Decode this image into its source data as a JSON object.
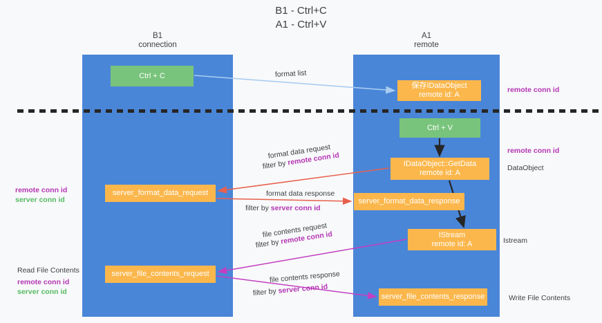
{
  "title": "B1 - Ctrl+C\nA1 - Ctrl+V",
  "colors": {
    "lane": "#4a86d8",
    "node_green": "#79c47c",
    "node_orange": "#fbb74c",
    "remote_conn_id": "#b435b4",
    "server_conn_id": "#57bb63",
    "arrow_blue": "#a9cdf0",
    "arrow_red": "#e8604c",
    "arrow_magenta": "#c23fc2",
    "arrow_black": "#262626",
    "divider": "#262626",
    "background": "#f8f9fa"
  },
  "lanes": [
    {
      "id": "b1",
      "header": "B1\nconnection"
    },
    {
      "id": "a1",
      "header": "A1\nremote"
    }
  ],
  "nodes": {
    "ctrl_c": "Ctrl + C",
    "save_dataobject": "保存IDataObject\nremote id: A",
    "ctrl_v": "Ctrl + V",
    "getdata": "IDataObject::GetData\nremote id: A",
    "server_format_data_request": "server_format_data_request",
    "server_format_data_response": "server_format_data_response",
    "istream": "IStream\nremote id: A",
    "server_file_contents_request": "server_file_contents_request",
    "server_file_contents_response": "server_file_contents_response"
  },
  "edges": {
    "format_list": "format list",
    "format_data_request": "format data request",
    "format_data_request_filter_prefix": "filter by ",
    "format_data_request_filter_key": "remote conn id",
    "format_data_response": "format data response",
    "format_data_response_filter_prefix": "filter by ",
    "format_data_response_filter_key": "server conn id",
    "file_contents_request": "file contents request",
    "file_contents_request_filter_prefix": "filter by ",
    "file_contents_request_filter_key": "remote conn id",
    "file_contents_response": "file contents response",
    "file_contents_response_filter_prefix": "filter by ",
    "file_contents_response_filter_key": "server conn id"
  },
  "annotations": {
    "right_remote_conn_id_top": "remote conn id",
    "right_remote_conn_id_mid": "remote conn id",
    "right_dataobject": "DataObject",
    "right_istream": "Istream",
    "right_write_file_contents": "Write File Contents",
    "left_remote_conn_id_top": "remote conn id",
    "left_server_conn_id_top": "server conn id",
    "left_read_file_contents": "Read File Contents",
    "left_remote_conn_id_bottom": "remote conn id",
    "left_server_conn_id_bottom": "server conn id"
  }
}
